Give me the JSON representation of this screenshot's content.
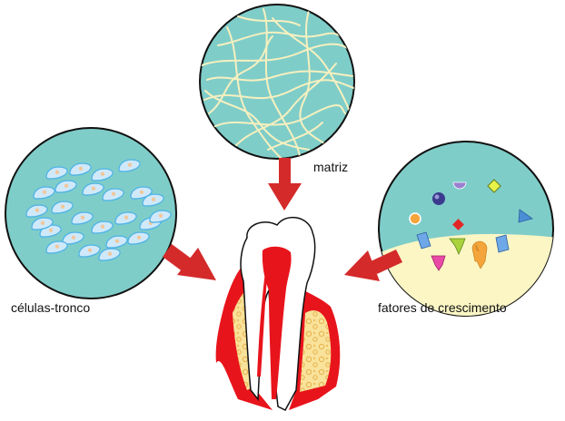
{
  "labels": {
    "matrix": "matriz",
    "stem_cells": "células-tronco",
    "growth_factors": "fatores de crescimento"
  },
  "colors": {
    "circle_fill": "#7fcdc9",
    "circle_stroke": "#111111",
    "arrow": "#d42a2a",
    "fiber": "#f6f0bf",
    "cell": "#cfe9fa",
    "cell_edge": "#4fb3e6",
    "nucleus": "#f1c79c",
    "pulp_red": "#e8141c",
    "bone_yellow": "#f9e29a",
    "bone_spot": "#e7b24c",
    "gel_yellow": "#fbf6c4"
  }
}
